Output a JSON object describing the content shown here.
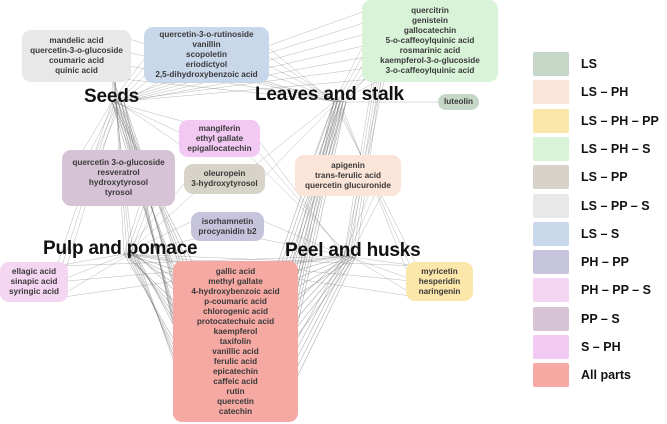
{
  "hubs": {
    "seeds": "Seeds",
    "leaves": "Leaves and stalk",
    "pulp": "Pulp and pomace",
    "peel": "Peel and husks"
  },
  "groups": {
    "seeds_only": {
      "legend": "LS – PP – S",
      "color": "#e8e8e8",
      "items": [
        "mandelic acid",
        "quercetin-3-o-glucoside",
        "coumaric acid",
        "quinic acid"
      ]
    },
    "ls_s": {
      "legend": "LS – S",
      "color": "#c9d7ea",
      "items": [
        "quercetin-3-o-rutinoside",
        "vanillin",
        "scopoletin",
        "eriodictyol",
        "2,5-dihydroxybenzoic acid"
      ]
    },
    "ls_ph_s": {
      "legend": "LS – PH – S",
      "color": "#d9f3d9",
      "items": [
        "quercitrin",
        "genistein",
        "gallocatechin",
        "5-o-caffeoylquinic acid",
        "rosmarinic acid",
        "kaempferol-3-o-glucoside",
        "3-o-caffeoylquinic acid"
      ]
    },
    "ls": {
      "legend": "LS",
      "color": "#c6d7c8",
      "items": [
        "luteolin"
      ]
    },
    "s_ph": {
      "legend": "S – PH",
      "color": "#f2c9f2",
      "items": [
        "mangiferin",
        "ethyl gallate",
        "epigallocatechin"
      ]
    },
    "pp_s": {
      "legend": "PP – S",
      "color": "#d7c3d6",
      "items": [
        "quercetin 3-o-glucoside",
        "resveratrol",
        "hydroxytyrosol",
        "tyrosol"
      ]
    },
    "ls_pp": {
      "legend": "LS – PP",
      "color": "#d7d3c8",
      "items": [
        "oleuropein",
        "3-hydroxytyrosol"
      ]
    },
    "ls_ph": {
      "legend": "LS – PH",
      "color": "#fbe4d8",
      "items": [
        "apigenin",
        "trans-ferulic acid",
        "quercetin glucuronide"
      ]
    },
    "ph_pp": {
      "legend": "PH – PP",
      "color": "#c6c3dd",
      "items": [
        "isorhamnetin",
        "procyanidin b2"
      ]
    },
    "ph_pp_s": {
      "legend": "PH – PP – S",
      "color": "#f5d6f2",
      "items": [
        "ellagic acid",
        "sinapic acid",
        "syringic acid"
      ]
    },
    "ls_ph_pp": {
      "legend": "LS – PH – PP",
      "color": "#fbe7aa",
      "items": [
        "myricetin",
        "hesperidin",
        "naringenin"
      ]
    },
    "all": {
      "legend": "All parts",
      "color": "#f6a9a3",
      "items": [
        "gallic acid",
        "methyl gallate",
        "4-hydroxybenzoic acid",
        "p-coumaric acid",
        "chlorogenic acid",
        "protocatechuic acid",
        "kaempferol",
        "taxifolin",
        "vanillic acid",
        "ferulic acid",
        "epicatechin",
        "caffeic acid",
        "rutin",
        "quercetin",
        "catechin"
      ]
    }
  },
  "legend_order": [
    "ls",
    "ls_ph",
    "ls_ph_pp",
    "ls_ph_s",
    "ls_pp",
    "seeds_only",
    "ls_s",
    "ph_pp",
    "ph_pp_s",
    "pp_s",
    "s_ph",
    "all"
  ],
  "edge_color": "#7a7a7a"
}
